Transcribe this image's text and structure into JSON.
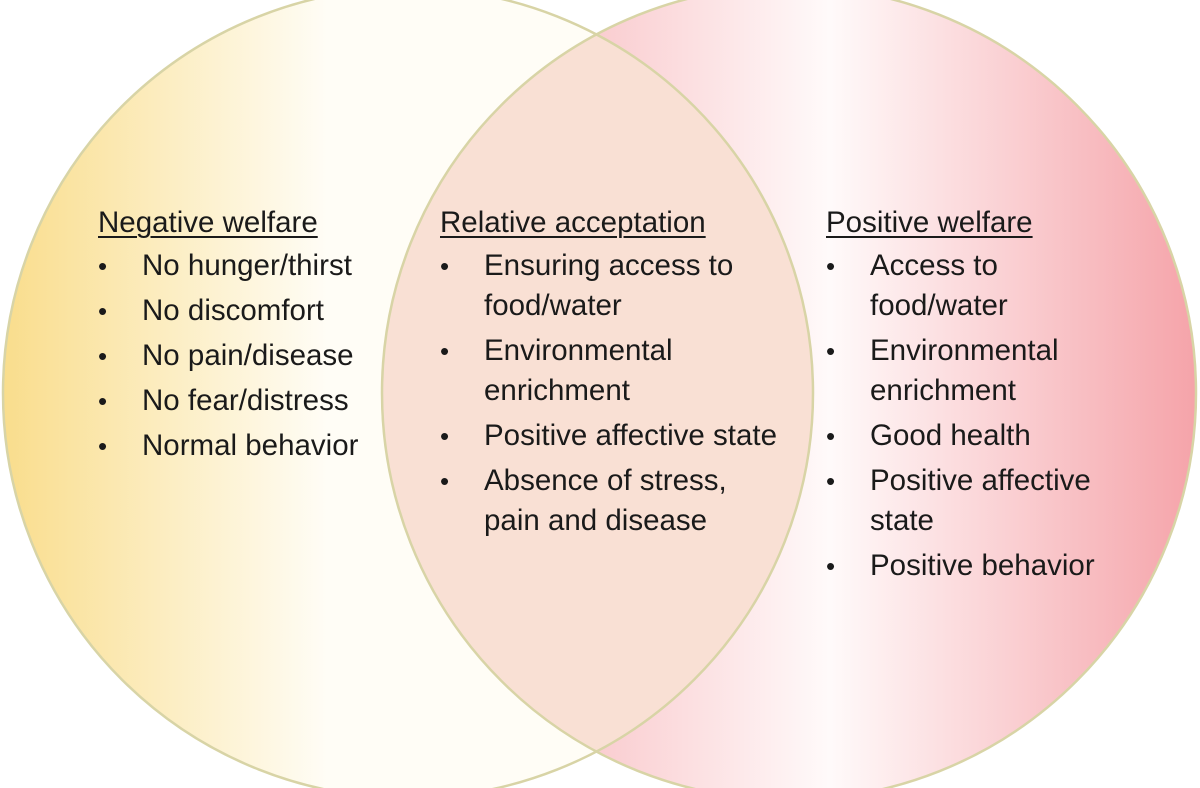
{
  "colors": {
    "left_circle_edge": "#f9dd8c",
    "left_circle_center": "#fffdf6",
    "right_circle_edge": "#f5a3a9",
    "right_circle_center": "#fffafa",
    "overlap_fill": "#f9e0d4",
    "outline": "#d8d4a6",
    "text": "#1a1a1a"
  },
  "sections": {
    "negative": {
      "title": "Negative welfare",
      "items": [
        "No hunger/thirst",
        "No discomfort",
        "No pain/disease",
        "No fear/distress",
        "Normal behavior"
      ]
    },
    "relative": {
      "title": "Relative acceptation",
      "items": [
        "Ensuring access to food/water",
        "Environmental enrichment",
        "Positive affective state",
        "Absence of stress, pain and disease"
      ]
    },
    "positive": {
      "title": "Positive welfare",
      "items": [
        "Access to food/water",
        "Environmental enrichment",
        "Good health",
        "Positive affective state",
        "Positive behavior"
      ]
    }
  },
  "bullet_glyph": "•"
}
